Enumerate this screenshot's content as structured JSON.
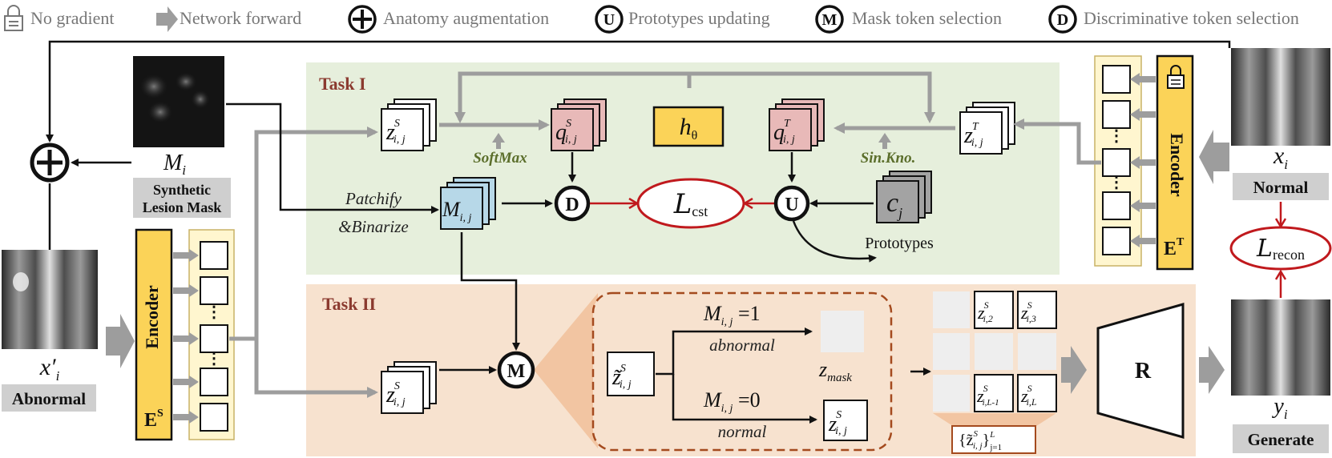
{
  "legend": {
    "no_gradient": "No gradient",
    "network_forward": "Network forward",
    "anatomy_augmentation": "Anatomy augmentation",
    "prototypes_updating": "Prototypes updating",
    "mask_token_selection": "Mask token selection",
    "discriminative_token_selection": "Discriminative token selection",
    "symbols": {
      "plus": "+",
      "U": "U",
      "M": "M",
      "D": "D"
    }
  },
  "task1": {
    "title": "Task I",
    "softmax_label": "SoftMax",
    "sinkhorn_label": "Sin.Kno.",
    "prototypes_label": "Prototypes",
    "patchify_label_1": "Patchify",
    "patchify_label_2": "&Binarize",
    "h_theta": "h",
    "h_sub": "θ",
    "loss_cst": "L",
    "loss_cst_sub": "cst",
    "z_student_base": "z",
    "z_student_sup": "S",
    "z_student_sub": "i, j",
    "q_student_base": "q",
    "q_student_sup": "S",
    "q_student_sub": "i, j",
    "q_teacher_base": "q",
    "q_teacher_sup": "T",
    "q_teacher_sub": "i, j",
    "z_teacher_base": "z",
    "z_teacher_sup": "T",
    "z_teacher_sub": "i, j",
    "mask_patch_base": "M",
    "mask_patch_sub": "i, j",
    "prototype_base": "c",
    "prototype_sub": "j"
  },
  "task2": {
    "title": "Task II",
    "cond_abnormal": "M",
    "cond_abnormal_sub": "i, j",
    "cond_abnormal_val": " =1",
    "abnormal_label": "abnormal",
    "cond_normal": "M",
    "cond_normal_sub": "i, j",
    "cond_normal_val": " =0",
    "normal_label": "normal",
    "z_mask_base": "z",
    "z_mask_sub": "mask",
    "z_tilde_base": "z̃",
    "z_tilde_sup": "S",
    "z_tilde_sub": "i, j",
    "z_input_base": "z",
    "z_input_sup": "S",
    "z_input_sub": "i, j",
    "grid_tokens": [
      {
        "base": "z",
        "sup": "S",
        "sub": "i,2"
      },
      {
        "base": "z",
        "sup": "S",
        "sub": "i,3"
      },
      {
        "base": "z",
        "sup": "S",
        "sub": "i,L-1"
      },
      {
        "base": "z",
        "sup": "S",
        "sub": "i,L"
      }
    ],
    "set_label": "{z̃",
    "set_sup": "S",
    "set_sub": "i, j",
    "set_close": "}",
    "set_range_sup": "L",
    "set_range_sub": "j=1",
    "reconstructor": "R"
  },
  "left": {
    "mask_symbol": "M",
    "mask_sub": "i",
    "mask_caption_1": "Synthetic",
    "mask_caption_2": "Lesion Mask",
    "abnormal_symbol": "x′",
    "abnormal_sub": "i",
    "abnormal_caption": "Abnormal",
    "student_encoder": "Encoder",
    "student_encoder_sym": "E",
    "student_encoder_sup": "S"
  },
  "right": {
    "normal_symbol": "x",
    "normal_sub": "i",
    "normal_caption": "Normal",
    "teacher_encoder": "Encoder",
    "teacher_encoder_sym": "E",
    "teacher_encoder_sup": "T",
    "loss_recon": "L",
    "loss_recon_sub": "recon",
    "generated_symbol": "y",
    "generated_sub": "i",
    "generated_caption": "Generate"
  },
  "colors": {
    "task1_bg": "#e6efdc",
    "task2_bg": "#f7e2cf",
    "encoder_fill": "#fbd358",
    "token_panel_fill": "#fff6cf",
    "q_fill": "#e8b9b8",
    "mask_patch_fill": "#b7d8e8",
    "prototype_fill": "#a3a3a3",
    "loss_stroke": "#c0191d",
    "arrow_gray": "#9d9d9d",
    "caption_gray": "#cfcfcf",
    "green_label": "#5b6e2b",
    "task_title": "#8b3a2f"
  }
}
